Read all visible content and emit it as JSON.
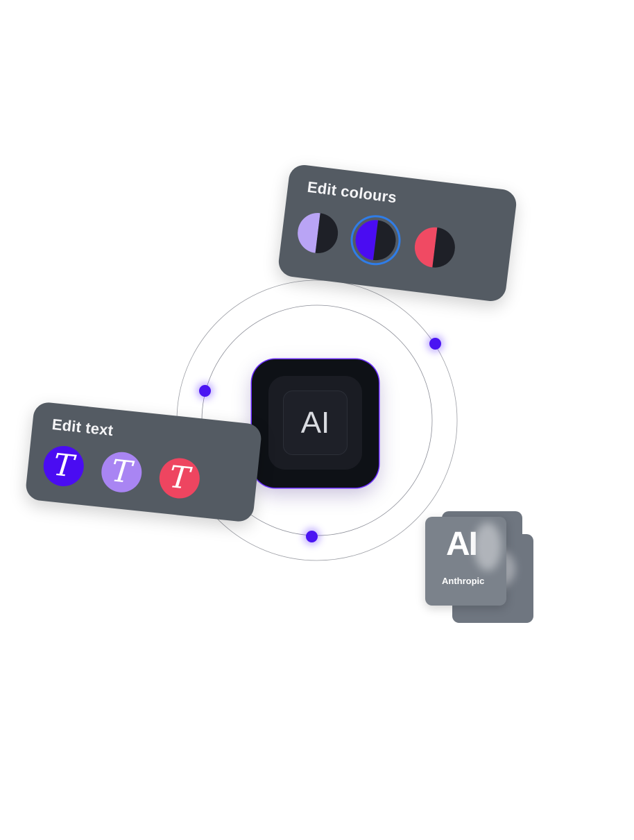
{
  "colour_card": {
    "title": "Edit colours",
    "swatches": [
      {
        "name": "lavender",
        "color": "#b9a4f5",
        "selected": false
      },
      {
        "name": "violet",
        "color": "#4a0cf2",
        "selected": true
      },
      {
        "name": "coral",
        "color": "#f04a63",
        "selected": false
      }
    ],
    "dark_half": "#1e2027",
    "selection_ring": "#2f7de8"
  },
  "text_card": {
    "title": "Edit text",
    "options": [
      {
        "glyph": "T",
        "color": "#4a0cf2"
      },
      {
        "glyph": "T",
        "color": "#a985f3"
      },
      {
        "glyph": "T",
        "color": "#ee4560"
      }
    ]
  },
  "center_badge": {
    "label": "AI",
    "accent": "#6a2cff"
  },
  "logo_tile": {
    "mark": "AI",
    "brand": "Anthropic"
  },
  "colors": {
    "card_bg": "#545b63",
    "dot": "#4a14f2"
  }
}
